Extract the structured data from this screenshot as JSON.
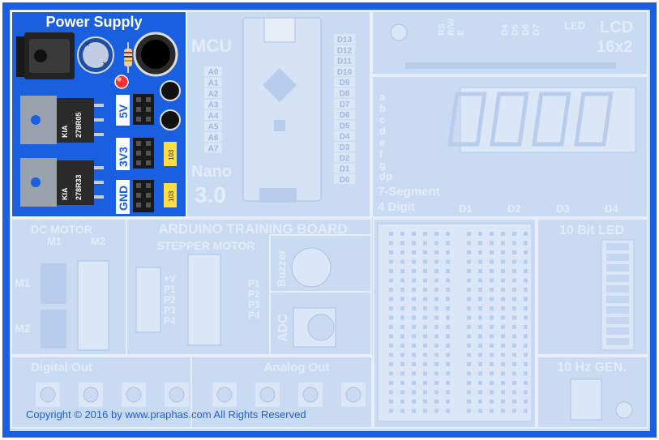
{
  "board_title": "ARDUINO TRAINING BOARD",
  "power_supply": {
    "title": "Power Supply",
    "rail_5v": "5V",
    "rail_3v3": "3V3",
    "rail_gnd": "GND",
    "reg1": [
      "KIA",
      "278R05"
    ],
    "reg2": [
      "KIA",
      "278R33"
    ],
    "res_code": "103"
  },
  "mcu": {
    "title": "MCU",
    "model": "Nano",
    "version": "3.0",
    "left_pins": [
      "A0",
      "A1",
      "A2",
      "A3",
      "A4",
      "A5",
      "A6",
      "A7"
    ],
    "right_pins": [
      "D13",
      "D12",
      "D11",
      "D10",
      "D9",
      "D8",
      "D7",
      "D6",
      "D5",
      "D4",
      "D3",
      "D2",
      "D1",
      "D0"
    ]
  },
  "lcd": {
    "title": "LCD",
    "size": "16x2",
    "led": "LED",
    "pins": [
      "RS",
      "R/W",
      "E",
      "D4",
      "D5",
      "D6",
      "D7"
    ]
  },
  "seg": {
    "title": "7-Segment",
    "subtitle": "4 Digit",
    "segments": [
      "a",
      "b",
      "c",
      "d",
      "e",
      "f",
      "g",
      "dp"
    ],
    "digits": [
      "D1",
      "D2",
      "D3",
      "D4"
    ]
  },
  "dc_motor": {
    "title": "DC MOTOR",
    "m1": "M1",
    "m2": "M2"
  },
  "stepper": {
    "title": "STEPPER MOTOR",
    "pins": [
      "+V",
      "P1",
      "P2",
      "P3",
      "P4"
    ],
    "header_pins": [
      "P1",
      "P2",
      "P3",
      "P4"
    ]
  },
  "buzzer": {
    "title": "Buzzer"
  },
  "adc": {
    "title": "ADC"
  },
  "led_bar": {
    "title": "10 Bit LED"
  },
  "gen": {
    "title": "10 Hz GEN."
  },
  "digital_out": {
    "title": "Digital Out"
  },
  "analog_out": {
    "title": "Analog Out"
  },
  "copyright": "Copyright © 2016 by  www.praphas.com All Rights Reserved",
  "colors": {
    "board": "#1a5fe0",
    "panel": "#dbe7f7",
    "highlight": "#1a5fe0"
  }
}
